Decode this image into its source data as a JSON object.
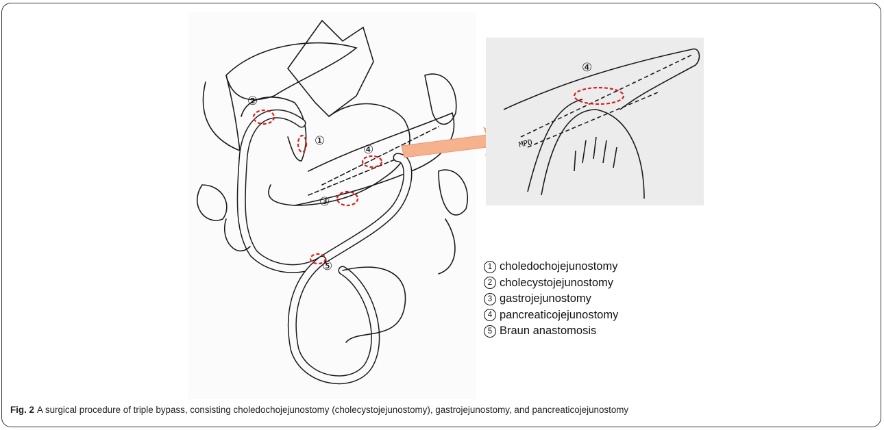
{
  "figure": {
    "caption_label": "Fig. 2",
    "caption_text": "A surgical procedure of triple bypass, consisting choledochojejunostomy (cholecystojejunostomy), gastrojejunostomy, and pancreaticojejunostomy",
    "drawing_markers": [
      "①",
      "②",
      "③",
      "④",
      "⑤"
    ],
    "inset_marker": "④",
    "inset_label": "MPD",
    "legend": [
      {
        "num": "1",
        "text": "choledochojejunostomy"
      },
      {
        "num": "2",
        "text": "cholecystojejunostomy"
      },
      {
        "num": "3",
        "text": "gastrojejunostomy"
      },
      {
        "num": "4",
        "text": "pancreaticojejunostomy"
      },
      {
        "num": "5",
        "text": "Braun anastomosis"
      }
    ],
    "colors": {
      "anastomosis": "#d42020",
      "arrow": "#f6b28c",
      "inset_bg": "#ececec",
      "ink": "#1a1a1a"
    }
  }
}
